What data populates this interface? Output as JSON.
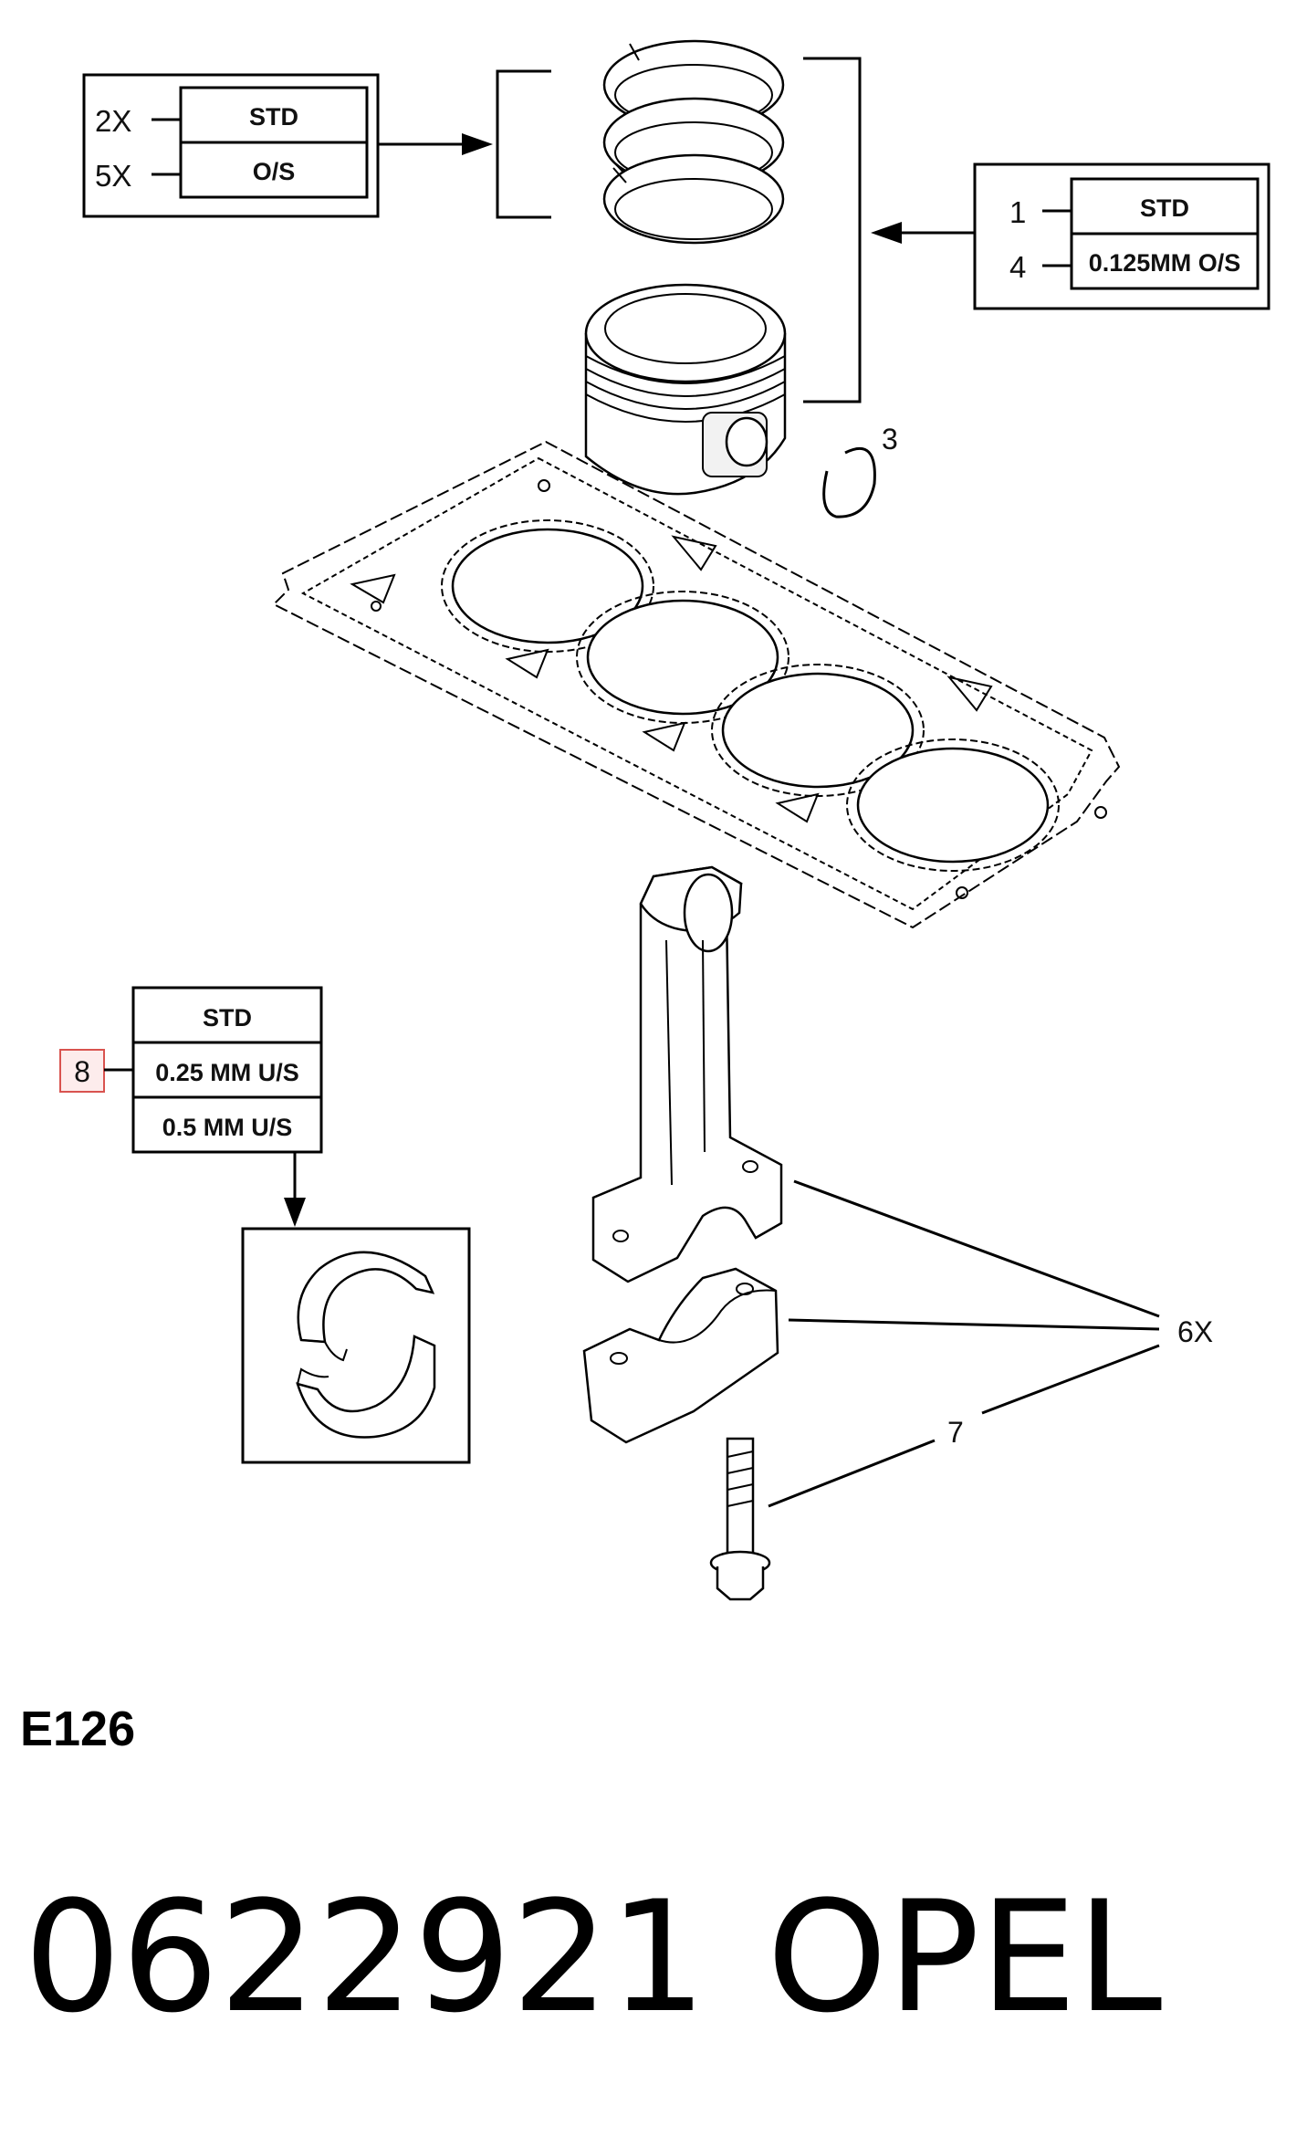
{
  "ring_selector": {
    "rows": [
      {
        "qty": "2X",
        "size": "STD"
      },
      {
        "qty": "5X",
        "size": "O/S"
      }
    ]
  },
  "piston_selector": {
    "rows": [
      {
        "qty": "1",
        "size": "STD"
      },
      {
        "qty": "4",
        "size": "0.125MM O/S"
      }
    ]
  },
  "bearing_selector": {
    "callout": "8",
    "rows": [
      "STD",
      "0.25 MM U/S",
      "0.5 MM U/S"
    ]
  },
  "callouts": {
    "circlip": "3",
    "conrod_qty": "6X",
    "bolt": "7"
  },
  "diagram_code": "E126",
  "footer": {
    "part_number": "0622921",
    "brand": "OPEL"
  },
  "highlight_color": "#d9534f"
}
